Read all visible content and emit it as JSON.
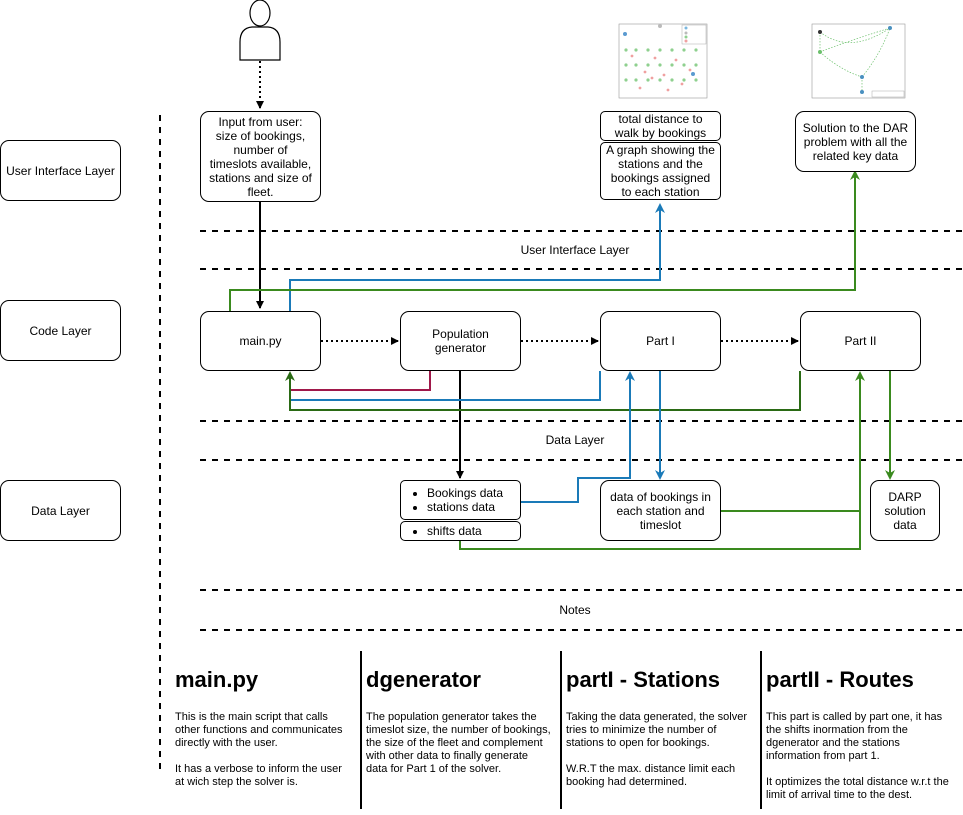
{
  "layers": {
    "ui": "User Interface Layer",
    "code": "Code Layer",
    "data": "Data Layer"
  },
  "bands": {
    "ui": "User Interface Layer",
    "data": "Data Layer",
    "notes": "Notes"
  },
  "input_box": "Input from user: size of bookings, number of timeslots available, stations and size of fleet.",
  "output": {
    "total_distance": "total distance to walk by bookings",
    "graph": "A graph showing the stations and the bookings assigned to each station",
    "dar_solution": "Solution to the DAR problem with all the related key data"
  },
  "code": {
    "main": "main.py",
    "population": "Population generator",
    "part1": "Part I",
    "part2": "Part II"
  },
  "data": {
    "list_items": [
      "Bookings data",
      "stations data"
    ],
    "shifts": "shifts data",
    "bookings_station": "data of bookings in each station and timeslot",
    "darp": "DARP solution data"
  },
  "colors": {
    "blue": "#1a7ab8",
    "green": "#3a8a1e",
    "dark_green": "#2a6a14",
    "crimson": "#a0184a"
  },
  "notes": [
    {
      "title": "main.py",
      "paragraphs": [
        "This is the main script that calls other functions and communicates directly with the user.",
        "It has a verbose to inform the user at wich step the solver is."
      ]
    },
    {
      "title": "dgenerator",
      "paragraphs": [
        "The population generator takes the timeslot size, the number of bookings, the size of the fleet and complement with other data to finally generate data for Part 1 of the solver."
      ]
    },
    {
      "title": "partI - Stations",
      "paragraphs": [
        "Taking the data generated, the solver tries to minimize the number of stations to open for bookings.",
        "W.R.T the max. distance limit each booking had determined."
      ]
    },
    {
      "title": "partII - Routes",
      "paragraphs": [
        "This part is called by part one, it has the shifts inormation from the dgenerator and the stations information from part 1.",
        "It optimizes the total distance w.r.t the limit of arrival time to the dest."
      ]
    }
  ]
}
